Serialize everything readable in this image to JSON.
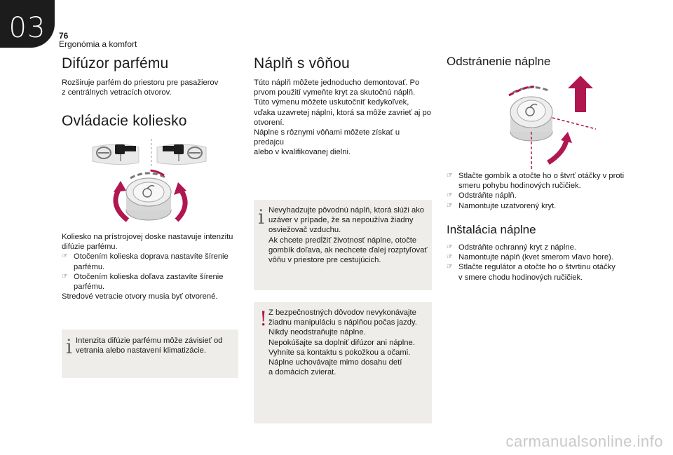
{
  "header": {
    "chapter": "03",
    "page_number": "76",
    "section": "Ergonómia a komfort"
  },
  "col1": {
    "title": "Difúzor parfému",
    "intro": [
      "Rozširuje parfém do priestoru pre pasažierov",
      "z centrálnych vetracích otvorov."
    ],
    "wheel_title": "Ovládacie koliesko",
    "desc": [
      "Koliesko na prístrojovej doske nastavuje intenzitu",
      "difúzie parfému."
    ],
    "bullets": [
      [
        "Otočením kolieska doprava nastavíte šírenie",
        "parfému."
      ],
      [
        "Otočením kolieska doľava zastavíte šírenie",
        "parfému."
      ]
    ],
    "after": "Stredové vetracie otvory musia byť otvorené.",
    "note": {
      "icon": "i",
      "lines": [
        "Intenzita difúzie parfému môže závisieť od",
        "vetrania alebo nastavení klimatizácie."
      ]
    }
  },
  "col2": {
    "title": "Náplň s vôňou",
    "lines": [
      "Túto náplň môžete jednoducho demontovať. Po",
      "prvom použití vymeňte kryt za skutočnú náplň.",
      "Túto výmenu môžete uskutočniť kedykoľvek,",
      "vďaka uzavretej náplni, ktorá sa môže zavrieť aj po",
      "otvorení.",
      "Náplne s rôznymi vôňami môžete získať u predajcu",
      "alebo v kvalifikovanej dielni."
    ],
    "info_box": {
      "icon": "i",
      "lines": [
        "Nevyhadzujte pôvodnú náplň, ktorá slúži ako",
        "uzáver v prípade, že sa nepoužíva žiadny",
        "osviežovač vzduchu.",
        "Ak chcete predĺžiť životnosť náplne, otočte",
        "gombík doľava, ak nechcete ďalej rozptyľovať",
        "vôňu v priestore pre cestujúcich."
      ]
    },
    "warning_box": {
      "icon": "!",
      "lines": [
        "Z bezpečnostných dôvodov nevykonávajte",
        "žiadnu manipuláciu s náplňou počas jazdy.",
        "Nikdy neodstraňujte náplne.",
        "Nepokúšajte sa doplniť difúzor ani náplne.",
        "Vyhnite sa kontaktu s pokožkou a očami.",
        "Náplne uchovávajte mimo dosahu detí",
        "a domácich zvierat."
      ]
    }
  },
  "col3": {
    "title": "Odstránenie náplne",
    "removal_bullets": [
      [
        "Stlačte gombík a otočte ho o štvrť otáčky v proti",
        "smeru pohybu hodinových ručičiek."
      ],
      [
        "Odstráňte náplň."
      ],
      [
        "Namontujte uzatvorený kryt."
      ]
    ],
    "install_title": "Inštalácia náplne",
    "install_bullets": [
      [
        "Odstráňte ochranný kryt z náplne."
      ],
      [
        "Namontujte náplň (kvet smerom vľavo hore)."
      ],
      [
        "Stlačte regulátor a otočte ho o štvrtinu otáčky",
        "v smere chodu hodinových ručičiek."
      ]
    ]
  },
  "colors": {
    "accent": "#b0164f",
    "box": "#efedea",
    "dark": "#1c1c1c"
  },
  "watermark": "carmanualsonline.info"
}
